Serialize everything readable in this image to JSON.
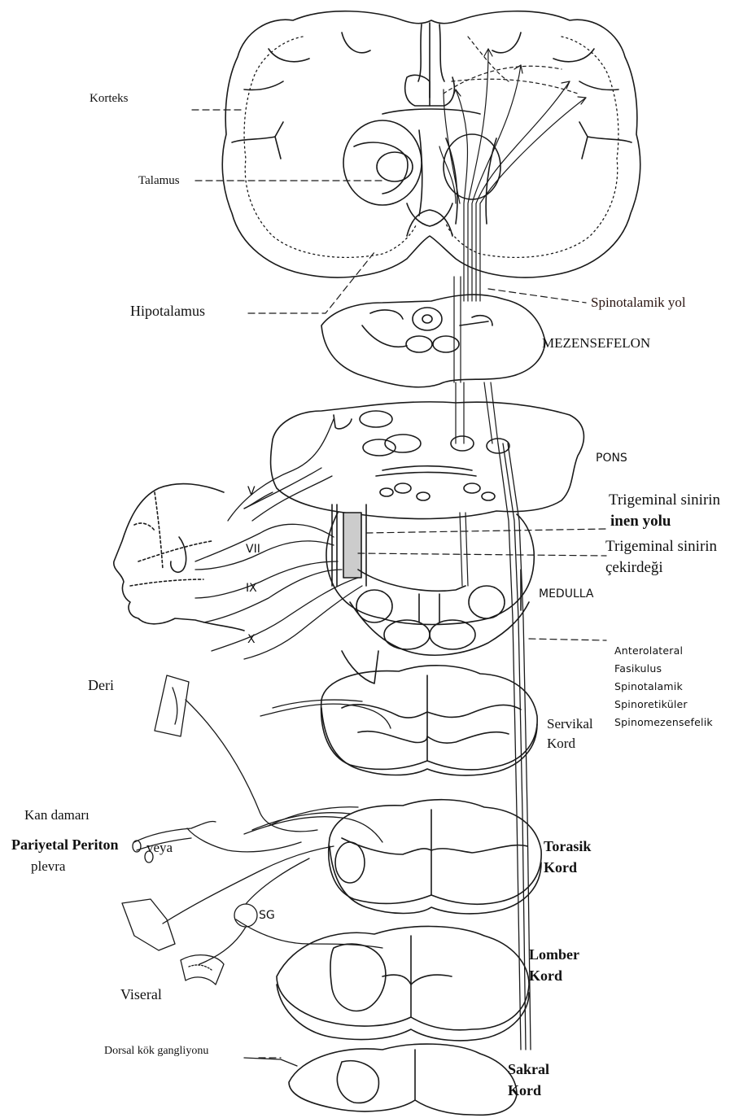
{
  "labels": {
    "korteks": "Korteks",
    "talamus": "Talamus",
    "hipotalamus": "Hipotalamus",
    "spinotalamik_yol": "Spinotalamik yol",
    "mezensefelon": "MEZENSEFELON",
    "pons": "PONS",
    "trigeminal_inen_1": "Trigeminal sinirin",
    "trigeminal_inen_2": "inen yolu",
    "trigeminal_cekirdek_1": "Trigeminal sinirin",
    "trigeminal_cekirdek_2": "çekirdeği",
    "medulla": "MEDULLA",
    "anterolateral": "Anterolateral",
    "fasikulus": "Fasikulus",
    "spinotalamik": "Spinotalamik",
    "spinoretikuler": "Spinoretiküler",
    "spinomezensefelik": "Spinomezensefelik",
    "nerve_v": "V",
    "nerve_vii": "VII",
    "nerve_ix": "IX",
    "nerve_x": "X",
    "deri": "Deri",
    "kan_damari": "Kan damarı",
    "pariyetal_periton": "Pariyetal Periton",
    "veya": "veya",
    "plevra": "plevra",
    "sg": "SG",
    "viseral": "Viseral",
    "dorsal_kok": "Dorsal kök gangliyonu",
    "servikal_1": "Servikal",
    "servikal_2": "Kord",
    "torasik_1": "Torasik",
    "torasik_2": "Kord",
    "lomber_1": "Lomber",
    "lomber_2": "Kord",
    "sakral_1": "Sakral",
    "sakral_2": "Kord"
  },
  "colors": {
    "ink": "#1a1a1a",
    "label_dark": "#111111",
    "spinotalamik_label": "#2a1410",
    "background": "#ffffff"
  }
}
